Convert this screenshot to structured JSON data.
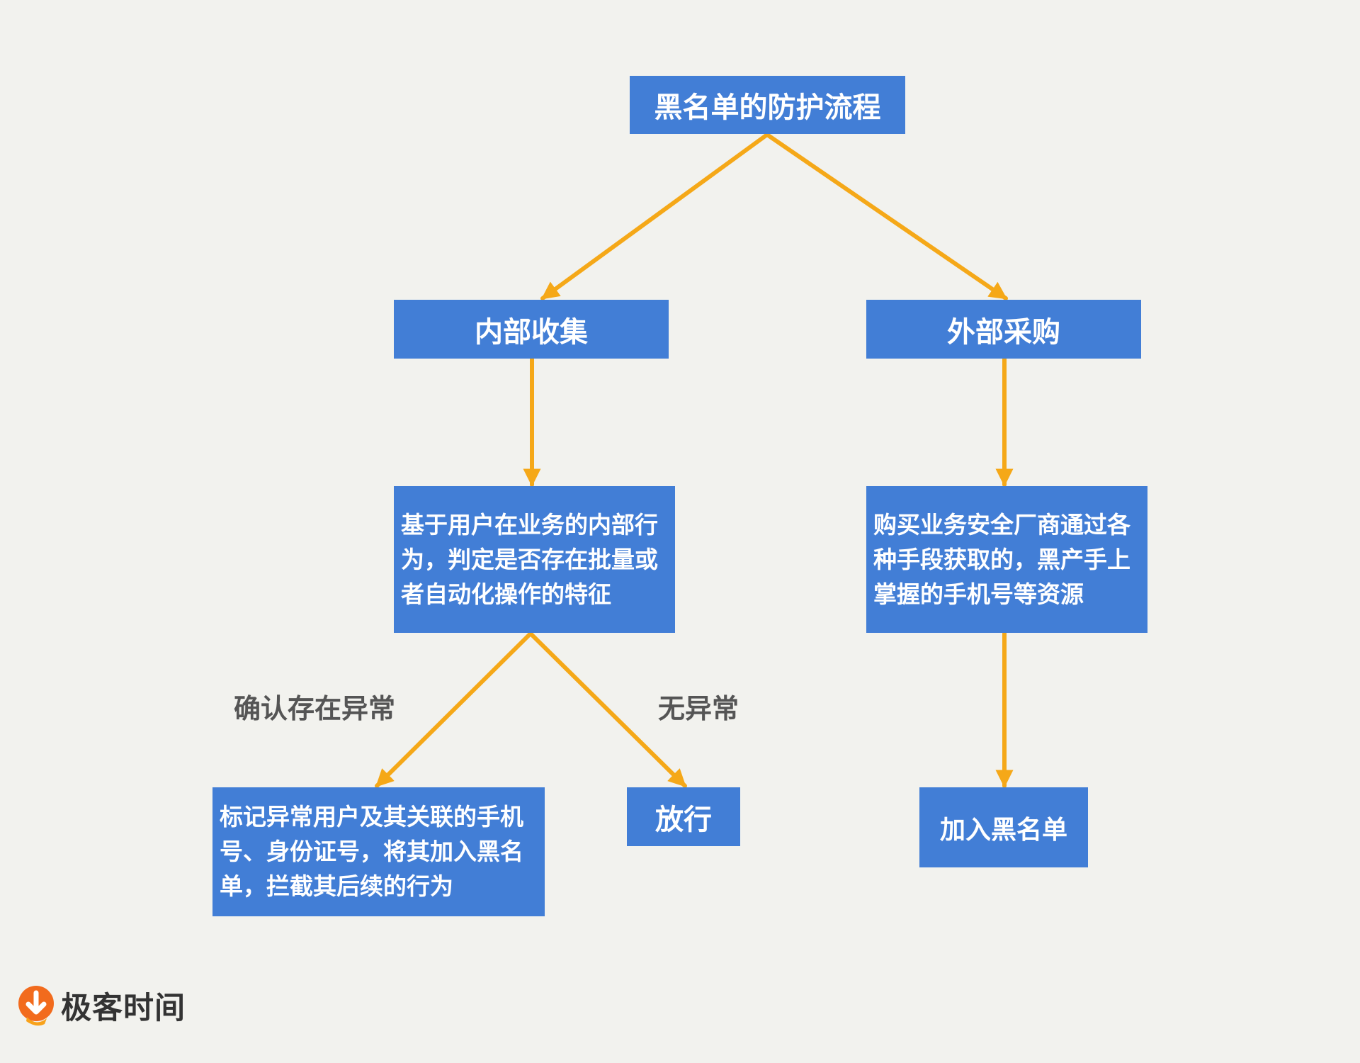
{
  "diagram": {
    "title": "黑名单的防护流程",
    "nodes": [
      {
        "id": "root",
        "label": "黑名单的防护流程"
      },
      {
        "id": "internal",
        "label": "内部收集"
      },
      {
        "id": "external",
        "label": "外部采购"
      },
      {
        "id": "internal_detail",
        "label": "基于用户在业务的内部行为，判定是否存在批量或者自动化操作的特征"
      },
      {
        "id": "external_detail",
        "label": "购买业务安全厂商通过各种手段获取的，黑产手上掌握的手机号等资源"
      },
      {
        "id": "mark_block",
        "label": "标记异常用户及其关联的手机号、身份证号，将其加入黑名单，拦截其后续的行为"
      },
      {
        "id": "allow",
        "label": "放行"
      },
      {
        "id": "add_blacklist",
        "label": "加入黑名单"
      }
    ],
    "edges": [
      {
        "from": "root",
        "to": "internal",
        "label": ""
      },
      {
        "from": "root",
        "to": "external",
        "label": ""
      },
      {
        "from": "internal",
        "to": "internal_detail",
        "label": ""
      },
      {
        "from": "external",
        "to": "external_detail",
        "label": ""
      },
      {
        "from": "internal_detail",
        "to": "mark_block",
        "label": "确认存在异常"
      },
      {
        "from": "internal_detail",
        "to": "allow",
        "label": "无异常"
      },
      {
        "from": "external_detail",
        "to": "add_blacklist",
        "label": ""
      }
    ],
    "colors": {
      "node_fill": "#427ed6",
      "node_text": "#ffffff",
      "arrow": "#f5a818",
      "label_text": "#555555",
      "background": "#f2f2ee"
    }
  },
  "branding": {
    "logo_text": "极客时间",
    "logo_icon": "geektime-logo-icon",
    "logo_colors": [
      "#f26b1d",
      "#f8a21a"
    ]
  }
}
